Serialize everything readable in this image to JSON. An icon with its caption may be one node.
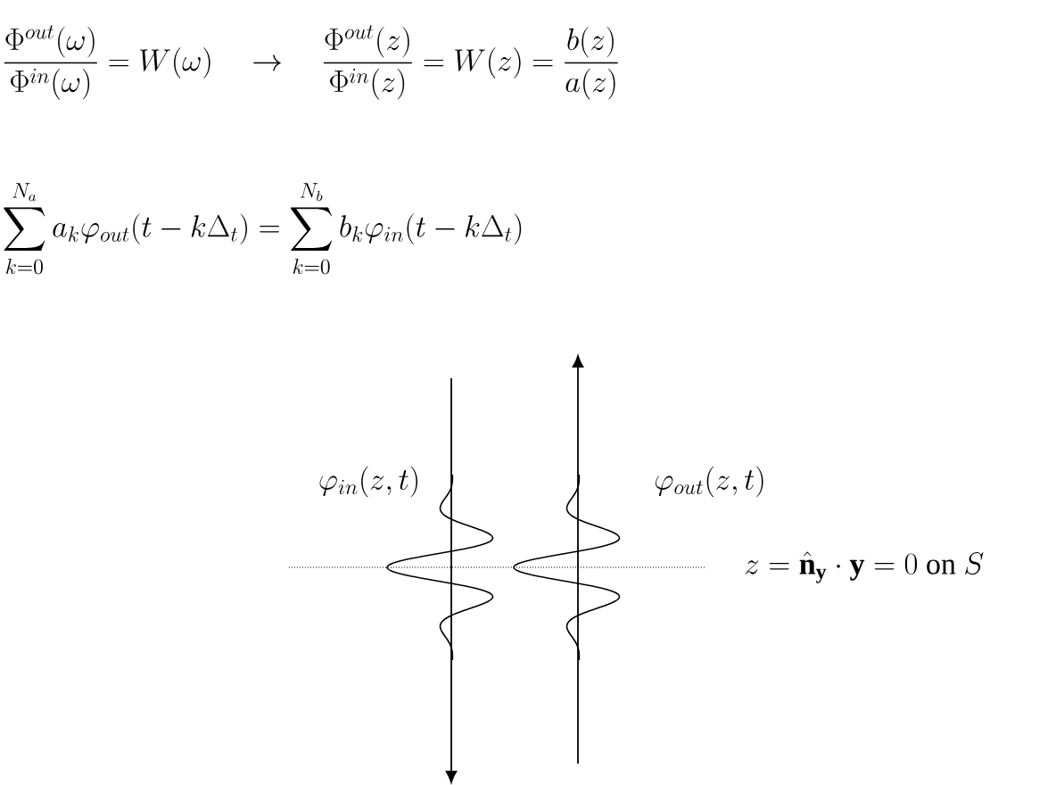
{
  "diagram": {
    "labels": [
      "\\frac{\\Phi^{out}(\\omega)}{\\Phi^{in}(\\omega)} = W(\\omega) \\quad\\rightarrow\\quad \\frac{\\Phi^{out}(z)}{\\Phi^{in}(z)} = W(z) = \\frac{b(z)}{a(z)}",
      "\\sum_{k=0}^{N_a} a_k \\varphi_{out}(t-k\\Delta_t) = \\sum_{k=0}^{N_b} b_k \\varphi_{in}(t-k\\Delta_t)",
      "\\varphi_{in}(z,t)",
      "\\varphi_{out}(z,t)",
      "z = \\hat{\\mathbf{n}}_{\\mathbf{y}} \\cdot \\mathbf{y} = 0 \\text{ on } S"
    ]
  }
}
